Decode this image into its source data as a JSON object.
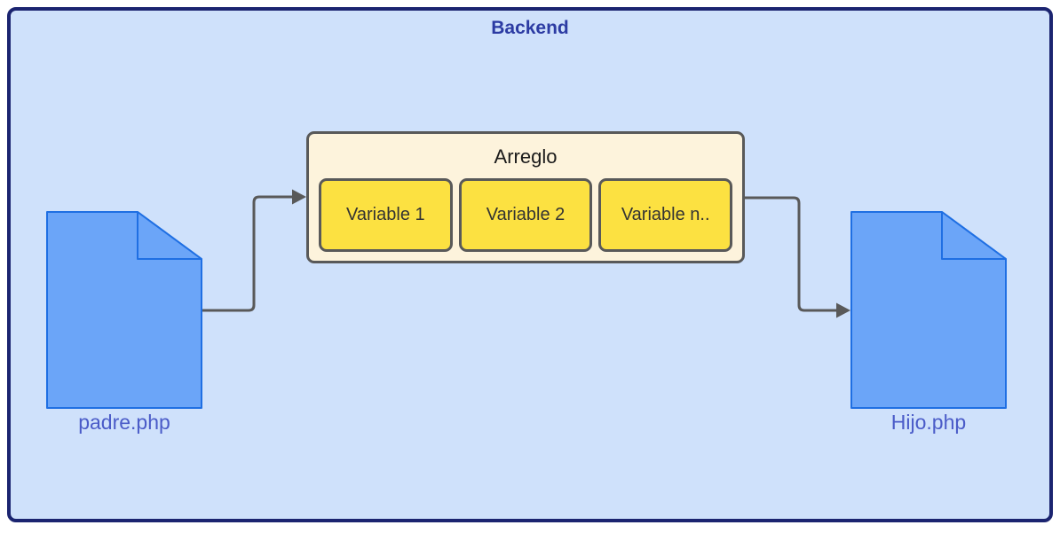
{
  "diagram": {
    "container_title": "Backend",
    "array_group": {
      "title": "Arreglo",
      "variables": [
        "Variable 1",
        "Variable 2",
        "Variable n.."
      ]
    },
    "files": [
      {
        "label": "padre.php"
      },
      {
        "label": "Hijo.php"
      }
    ],
    "connections": [
      {
        "from": "padre.php",
        "to": "Arreglo"
      },
      {
        "from": "Arreglo",
        "to": "Hijo.php"
      }
    ],
    "colors": {
      "container_fill": "#CFE1FB",
      "container_border": "#1B2470",
      "container_title_text": "#2C3BA3",
      "array_group_fill": "#FDF3DC",
      "variable_fill": "#FCE141",
      "shape_border": "#595959",
      "connector": "#595959",
      "file_fill": "#6BA5F8",
      "file_border": "#1F6FE3",
      "file_label_text": "#4A5BC8"
    }
  }
}
